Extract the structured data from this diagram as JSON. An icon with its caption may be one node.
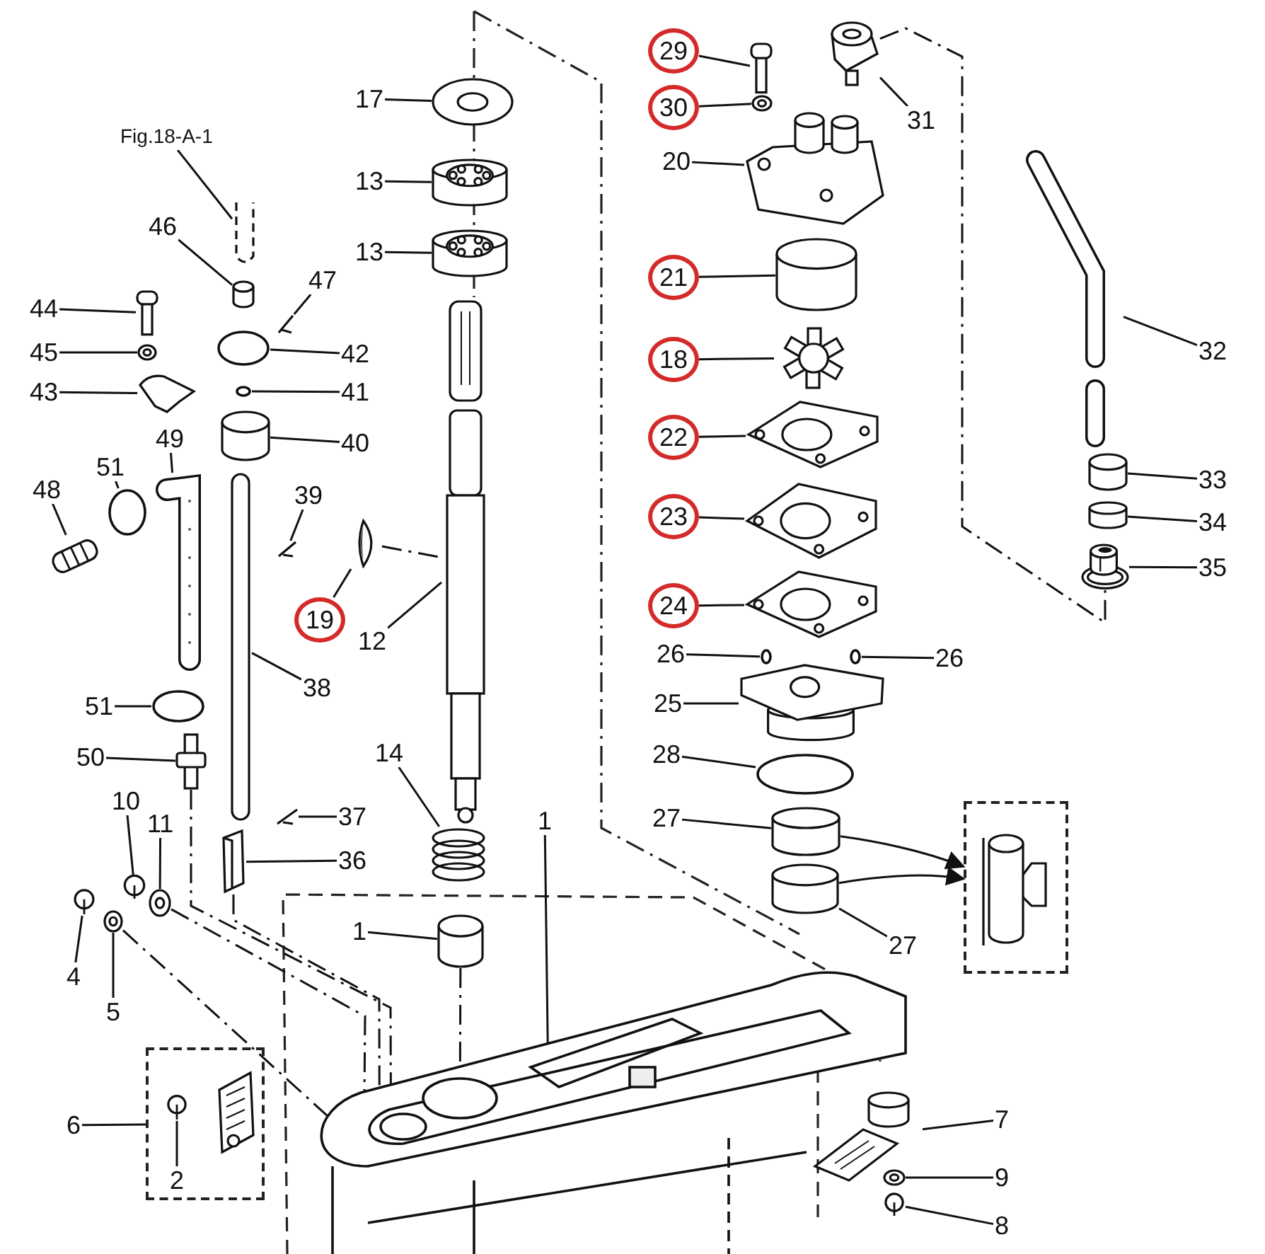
{
  "diagram": {
    "nodes": [
      {
        "text": [
          "17"
        ]
      },
      {
        "text": [],
        "shape": "picture"
      },
      {
        "text": [
          "13"
        ]
      },
      {
        "text": [],
        "shape": "picture"
      },
      {
        "text": [
          "13"
        ]
      },
      {
        "text": [],
        "shape": "picture"
      },
      {
        "text": [
          "Fig.18-A-1"
        ]
      },
      {
        "text": [],
        "shape": "picture"
      },
      {
        "text": [
          "46"
        ]
      },
      {
        "text": [],
        "shape": "cylinder"
      },
      {
        "text": [
          "47"
        ]
      },
      {
        "text": [],
        "shape": "picture"
      },
      {
        "text": [
          "44"
        ]
      },
      {
        "text": [],
        "shape": "picture"
      },
      {
        "text": [
          "45"
        ]
      },
      {
        "text": [],
        "shape": "picture"
      },
      {
        "text": [
          "43"
        ]
      },
      {
        "text": [],
        "shape": "picture"
      },
      {
        "text": [
          "42"
        ]
      },
      {
        "text": [],
        "shape": "circle"
      },
      {
        "text": [
          "41"
        ]
      },
      {
        "text": [],
        "shape": "circle"
      },
      {
        "text": [
          "40"
        ]
      },
      {
        "text": [],
        "shape": "cylinder"
      },
      {
        "text": [
          "49"
        ]
      },
      {
        "text": [],
        "shape": "picture"
      },
      {
        "text": [
          "51"
        ]
      },
      {
        "text": [],
        "shape": "circle"
      },
      {
        "text": [
          "48"
        ]
      },
      {
        "text": [],
        "shape": "picture"
      },
      {
        "text": [
          "39"
        ]
      },
      {
        "text": [],
        "shape": "picture"
      },
      {
        "text": [
          "19"
        ]
      },
      {
        "text": [],
        "shape": "picture"
      },
      {
        "text": [
          "12"
        ]
      },
      {
        "text": [],
        "shape": "picture"
      },
      {
        "text": [
          "38"
        ]
      },
      {
        "text": [],
        "shape": "bar"
      },
      {
        "text": [
          "51"
        ]
      },
      {
        "text": [],
        "shape": "circle"
      },
      {
        "text": [
          "50"
        ]
      },
      {
        "text": [],
        "shape": "picture"
      },
      {
        "text": [
          "10"
        ]
      },
      {
        "text": [],
        "shape": "picture"
      },
      {
        "text": [
          "11"
        ]
      },
      {
        "text": [],
        "shape": "picture"
      },
      {
        "text": [
          "4"
        ]
      },
      {
        "text": [],
        "shape": "picture"
      },
      {
        "text": [
          "5"
        ]
      },
      {
        "text": [],
        "shape": "picture"
      },
      {
        "text": [
          "37"
        ]
      },
      {
        "text": [],
        "shape": "picture"
      },
      {
        "text": [
          "36"
        ]
      },
      {
        "text": [],
        "shape": "picture"
      },
      {
        "text": [
          "14"
        ]
      },
      {
        "text": [],
        "shape": "picture"
      },
      {
        "text": [
          "1"
        ]
      },
      {
        "text": [
          "1"
        ]
      },
      {
        "text": [],
        "shape": "cylinder"
      },
      {
        "text": [],
        "shape": "picture"
      },
      {
        "text": [
          "6"
        ]
      },
      {
        "text": [],
        "shape": "box"
      },
      {
        "text": [],
        "shape": "picture",
        "in": 61
      },
      {
        "text": [
          "2"
        ],
        "in": 61
      },
      {
        "text": [
          "7"
        ]
      },
      {
        "text": [],
        "shape": "picture"
      },
      {
        "text": [
          "9"
        ]
      },
      {
        "text": [],
        "shape": "picture"
      },
      {
        "text": [
          "8"
        ]
      },
      {
        "text": [],
        "shape": "picture"
      },
      {
        "text": [
          "29"
        ]
      },
      {
        "text": [],
        "shape": "picture"
      },
      {
        "text": [
          "30"
        ]
      },
      {
        "text": [],
        "shape": "picture"
      },
      {
        "text": [
          "31"
        ]
      },
      {
        "text": [],
        "shape": "picture"
      },
      {
        "text": [
          "20"
        ]
      },
      {
        "text": [],
        "shape": "picture"
      },
      {
        "text": [
          "21"
        ]
      },
      {
        "text": [],
        "shape": "cylinder"
      },
      {
        "text": [
          "18"
        ]
      },
      {
        "text": [],
        "shape": "picture"
      },
      {
        "text": [
          "22"
        ]
      },
      {
        "text": [],
        "shape": "picture"
      },
      {
        "text": [
          "23"
        ]
      },
      {
        "text": [],
        "shape": "picture"
      },
      {
        "text": [
          "24"
        ]
      },
      {
        "text": [],
        "shape": "picture"
      },
      {
        "text": [
          "26"
        ]
      },
      {
        "text": [],
        "shape": "circle"
      },
      {
        "text": [
          "26"
        ]
      },
      {
        "text": [],
        "shape": "circle"
      },
      {
        "text": [
          "25"
        ]
      },
      {
        "text": [],
        "shape": "picture"
      },
      {
        "text": [
          "28"
        ]
      },
      {
        "text": [],
        "shape": "circle"
      },
      {
        "text": [
          "27"
        ]
      },
      {
        "text": [],
        "shape": "cylinder"
      },
      {
        "text": [
          "27"
        ]
      },
      {
        "text": [],
        "shape": "cylinder"
      },
      {
        "text": [],
        "shape": "box"
      },
      {
        "text": [
          "32"
        ]
      },
      {
        "text": [],
        "shape": "picture"
      },
      {
        "text": [
          "33"
        ]
      },
      {
        "text": [],
        "shape": "cylinder"
      },
      {
        "text": [
          "34"
        ]
      },
      {
        "text": [],
        "shape": "cylinder"
      },
      {
        "text": [
          "35"
        ]
      },
      {
        "text": [],
        "shape": "picture"
      }
    ],
    "edges": [
      {
        "from": 0,
        "to": 1,
        "arrow": "none"
      },
      {
        "from": 2,
        "to": 3,
        "arrow": "none"
      },
      {
        "from": 4,
        "to": 5,
        "arrow": "none"
      },
      {
        "from": 6,
        "to": 7,
        "arrow": "none"
      },
      {
        "from": 8,
        "to": 9,
        "arrow": "none"
      },
      {
        "from": 10,
        "to": 11,
        "arrow": "none"
      },
      {
        "from": 12,
        "to": 13,
        "arrow": "none"
      },
      {
        "from": 14,
        "to": 15,
        "arrow": "none"
      },
      {
        "from": 16,
        "to": 17,
        "arrow": "none"
      },
      {
        "from": 18,
        "to": 19,
        "arrow": "none"
      },
      {
        "from": 20,
        "to": 21,
        "arrow": "none"
      },
      {
        "from": 22,
        "to": 23,
        "arrow": "none"
      },
      {
        "from": 24,
        "to": 25,
        "arrow": "none"
      },
      {
        "from": 26,
        "to": 27,
        "arrow": "none"
      },
      {
        "from": 28,
        "to": 29,
        "arrow": "none"
      },
      {
        "from": 30,
        "to": 31,
        "arrow": "none"
      },
      {
        "from": 32,
        "to": 33,
        "arrow": "none"
      },
      {
        "from": 34,
        "to": 35,
        "arrow": "none"
      },
      {
        "from": 36,
        "to": 37,
        "arrow": "none"
      },
      {
        "from": 38,
        "to": 39,
        "arrow": "none"
      },
      {
        "from": 40,
        "to": 41,
        "arrow": "none"
      },
      {
        "from": 42,
        "to": 43,
        "arrow": "none"
      },
      {
        "from": 44,
        "to": 45,
        "arrow": "none"
      },
      {
        "from": 46,
        "to": 47,
        "arrow": "none"
      },
      {
        "from": 48,
        "to": 49,
        "arrow": "none"
      },
      {
        "from": 50,
        "to": 51,
        "arrow": "none"
      },
      {
        "from": 52,
        "to": 53,
        "arrow": "none"
      },
      {
        "from": 54,
        "to": 55,
        "arrow": "none"
      },
      {
        "from": 56,
        "to": 59,
        "arrow": "none"
      },
      {
        "from": 57,
        "to": 58,
        "arrow": "none"
      },
      {
        "from": 60,
        "to": 61,
        "arrow": "none"
      },
      {
        "from": 63,
        "to": 62,
        "arrow": "none"
      },
      {
        "from": 64,
        "to": 65,
        "arrow": "none"
      },
      {
        "from": 66,
        "to": 67,
        "arrow": "none"
      },
      {
        "from": 68,
        "to": 69,
        "arrow": "none"
      },
      {
        "from": 70,
        "to": 71,
        "arrow": "none"
      },
      {
        "from": 72,
        "to": 73,
        "arrow": "none"
      },
      {
        "from": 74,
        "to": 75,
        "arrow": "none"
      },
      {
        "from": 76,
        "to": 77,
        "arrow": "none"
      },
      {
        "from": 78,
        "to": 79,
        "arrow": "none"
      },
      {
        "from": 80,
        "to": 81,
        "arrow": "none"
      },
      {
        "from": 82,
        "to": 83,
        "arrow": "none"
      },
      {
        "from": 84,
        "to": 85,
        "arrow": "none"
      },
      {
        "from": 86,
        "to": 87,
        "arrow": "none"
      },
      {
        "from": 88,
        "to": 89,
        "arrow": "none"
      },
      {
        "from": 90,
        "to": 91,
        "arrow": "none"
      },
      {
        "from": 92,
        "to": 93,
        "arrow": "none"
      },
      {
        "from": 94,
        "to": 95,
        "arrow": "none"
      },
      {
        "from": 96,
        "to": 97,
        "arrow": "none"
      },
      {
        "from": 98,
        "to": 99,
        "arrow": "none"
      },
      {
        "from": 97,
        "to": 100,
        "arrow": "to"
      },
      {
        "from": 99,
        "to": 100,
        "arrow": "to"
      },
      {
        "from": 101,
        "to": 102,
        "arrow": "none"
      },
      {
        "from": 103,
        "to": 104,
        "arrow": "none"
      },
      {
        "from": 105,
        "to": 106,
        "arrow": "none"
      },
      {
        "from": 107,
        "to": 108,
        "arrow": "none"
      },
      {
        "from": 75,
        "to": 108,
        "arrow": "none",
        "style": "dashed"
      },
      {
        "from": 41,
        "to": 59,
        "arrow": "none",
        "style": "dashed"
      },
      {
        "from": 53,
        "to": 59,
        "arrow": "none",
        "style": "dashed"
      },
      {
        "from": 58,
        "to": 59,
        "arrow": "none",
        "style": "dashed"
      },
      {
        "from": 45,
        "to": 59,
        "arrow": "none",
        "style": "dashed"
      },
      {
        "from": 49,
        "to": 59,
        "arrow": "none",
        "style": "dashed"
      },
      {
        "from": 33,
        "to": 35,
        "arrow": "none",
        "style": "dashed"
      }
    ]
  }
}
